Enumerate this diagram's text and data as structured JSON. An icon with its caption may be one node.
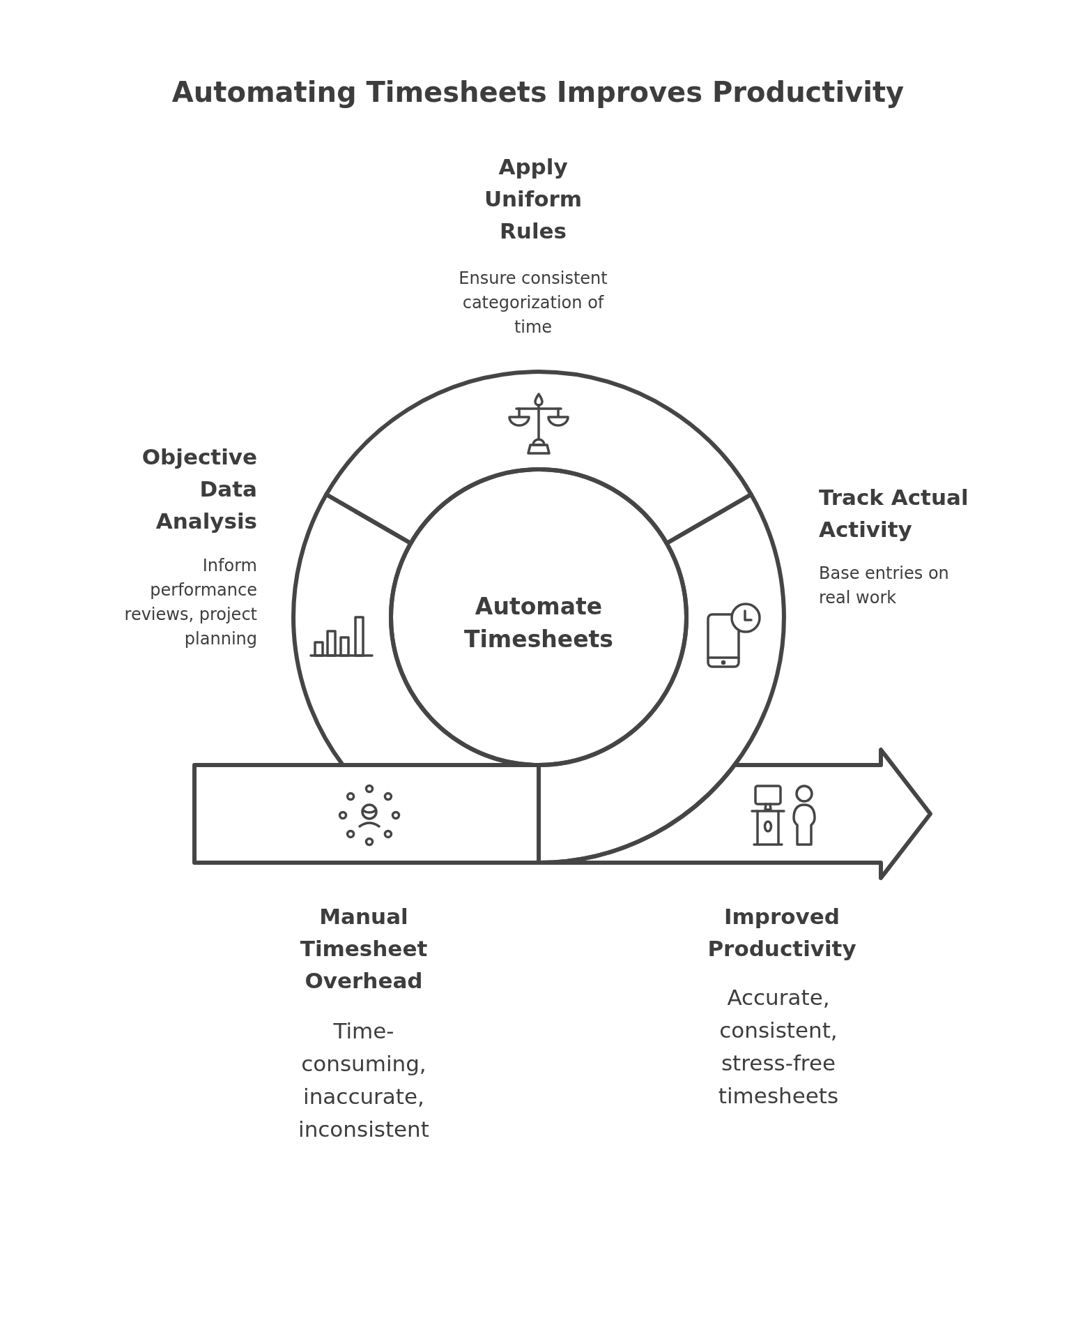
{
  "diagram": {
    "title": "Automating Timesheets Improves Productivity",
    "nodes": [
      {
        "text": [
          "Apply Uniform Rules",
          "Ensure consistent categorization of time"
        ]
      },
      {
        "text": [
          "Objective Data Analysis",
          "Inform performance reviews, project planning"
        ]
      },
      {
        "text": [
          "Track Actual Activity",
          "Base entries on real work"
        ]
      },
      {
        "text": [
          "Automate Timesheets"
        ]
      },
      {
        "text": [
          "Manual Timesheet Overhead",
          "Time-consuming, inaccurate, inconsistent"
        ]
      },
      {
        "text": [
          "Improved Productivity",
          "Accurate, consistent, stress-free timesheets"
        ]
      }
    ]
  }
}
